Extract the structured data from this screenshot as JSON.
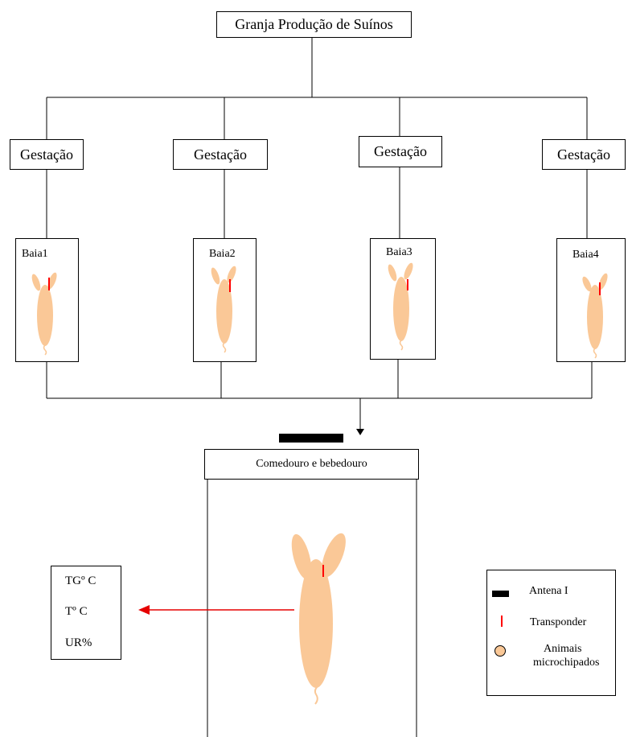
{
  "title": "Granja Produção de Suínos",
  "gestation_units": [
    {
      "label": "Gestação",
      "pen": "Baia1"
    },
    {
      "label": "Gestação",
      "pen": "Baia2"
    },
    {
      "label": "Gestação",
      "pen": "Baia3"
    },
    {
      "label": "Gestação",
      "pen": "Baia4"
    }
  ],
  "feeder": {
    "label": "Comedouro e bebedouro"
  },
  "readings": {
    "tg": "TGº C",
    "t": "Tº C",
    "ur": "UR%"
  },
  "legend": {
    "antenna": "Antena I",
    "transponder": "Transponder",
    "animals_line1": "Animais",
    "animals_line2": "microchipados"
  },
  "colors": {
    "animal": "#FAC897",
    "transponder": "#FF0000",
    "antenna": "#000000",
    "arrow": "#E60000"
  }
}
